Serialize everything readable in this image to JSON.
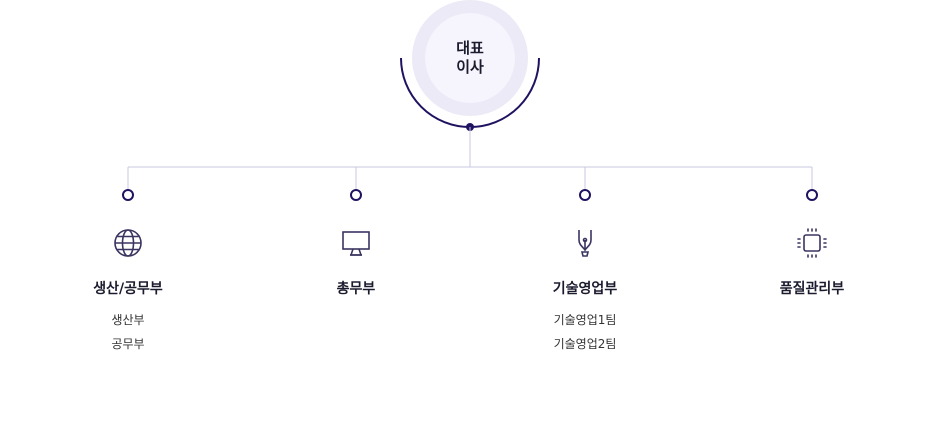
{
  "ceo": {
    "line1": "대표",
    "line2": "이사"
  },
  "departments": [
    {
      "name": "생산/공무부",
      "icon": "globe-icon",
      "subs": [
        "생산부",
        "공무부"
      ]
    },
    {
      "name": "총무부",
      "icon": "monitor-icon",
      "subs": []
    },
    {
      "name": "기술영업부",
      "icon": "pen-nib-icon",
      "subs": [
        "기술영업1팀",
        "기술영업2팀"
      ]
    },
    {
      "name": "품질관리부",
      "icon": "chip-icon",
      "subs": []
    }
  ],
  "colors": {
    "navy": "#1F1361",
    "line": "#C9C8E0",
    "icon": "#3A3560",
    "ceo_outer": "#ECEAF6",
    "ceo_inner": "#F6F4FC"
  }
}
